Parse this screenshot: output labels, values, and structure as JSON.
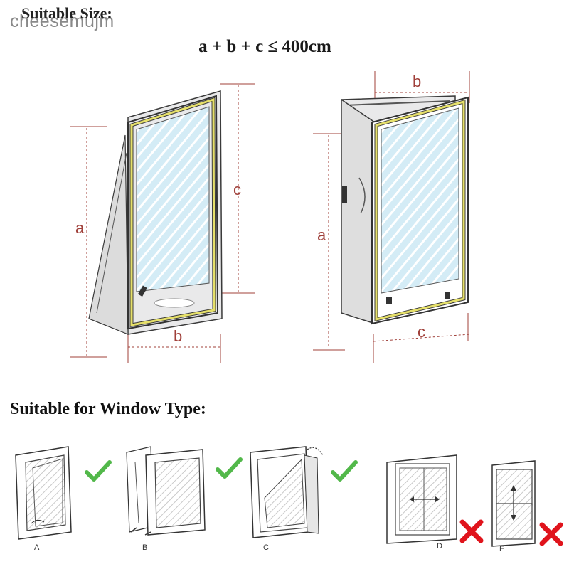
{
  "watermark": "cheesemujm",
  "size_section": {
    "title": "Suitable Size:",
    "formula": "a + b + c ≤ 400cm",
    "diagram_left": {
      "labels": {
        "a": "a",
        "b": "b",
        "c": "c"
      }
    },
    "diagram_right": {
      "labels": {
        "a": "a",
        "b": "b",
        "c": "c"
      }
    }
  },
  "type_section": {
    "title": "Suitable for Window Type:",
    "windows": [
      {
        "caption": "A",
        "suitable": true,
        "mark": "check-icon"
      },
      {
        "caption": "B",
        "suitable": true,
        "mark": "check-icon"
      },
      {
        "caption": "C",
        "suitable": true,
        "mark": "check-icon"
      },
      {
        "caption": "D",
        "suitable": false,
        "mark": "cross-icon"
      },
      {
        "caption": "E",
        "suitable": false,
        "mark": "cross-icon"
      }
    ]
  },
  "colors": {
    "dimension_lines": "#a0403a",
    "seal_tape": "#e6e06a",
    "glass": "#cfe8f2",
    "check": "#52b84a",
    "cross": "#e0141c",
    "frame": "#3a3a3a"
  }
}
